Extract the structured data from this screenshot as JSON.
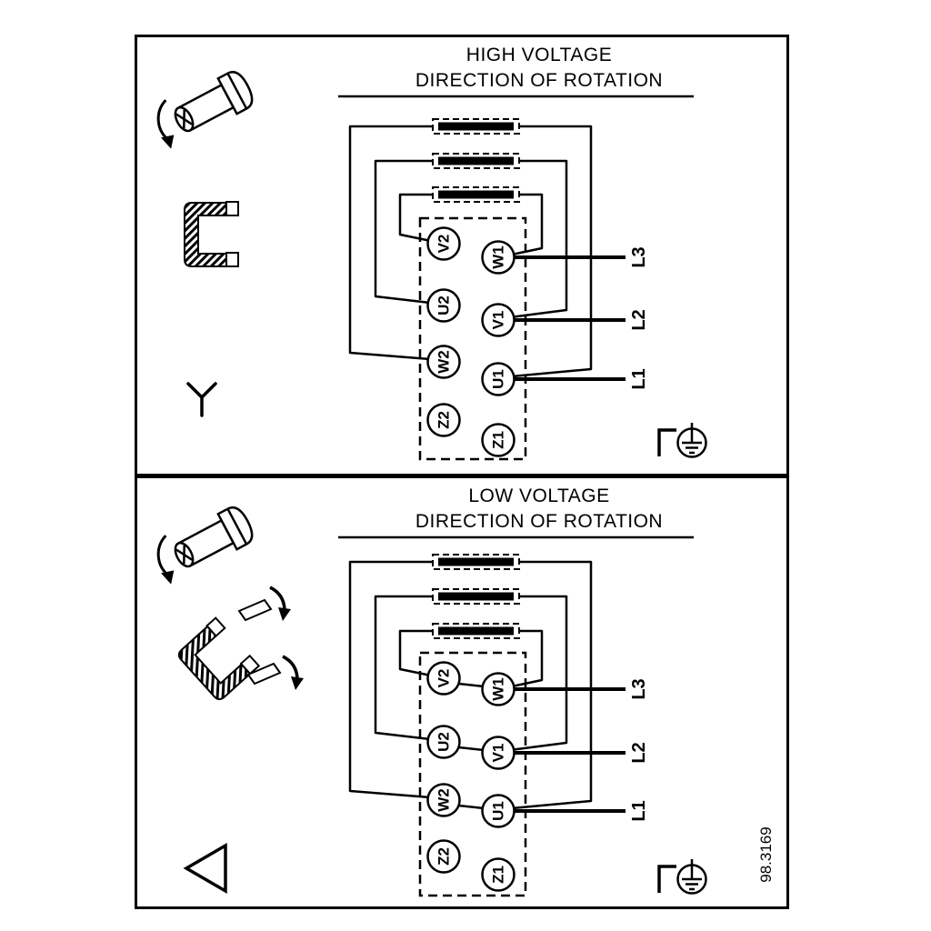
{
  "colors": {
    "ink": "#000000",
    "background": "#ffffff"
  },
  "figure_number": "98.3169",
  "icons": {
    "screw": "screw-with-rotation-arrow-icon",
    "link_star": "terminal-link-bracket-icon",
    "link_delta": "terminal-link-bracket-moved-icon",
    "star": "star-connection-icon",
    "delta": "delta-connection-icon",
    "ground": "earth-ground-icon"
  },
  "panels": [
    {
      "name": "high-voltage",
      "title_line1": "HIGH VOLTAGE",
      "title_line2": "DIRECTION OF ROTATION",
      "connection": "star",
      "terminals_left": [
        "V2",
        "U2",
        "W2",
        "Z2"
      ],
      "terminals_right": [
        "W1",
        "V1",
        "U1",
        "Z1"
      ],
      "line_labels": [
        "L3",
        "L2",
        "L1"
      ]
    },
    {
      "name": "low-voltage",
      "title_line1": "LOW VOLTAGE",
      "title_line2": "DIRECTION OF ROTATION",
      "connection": "delta",
      "terminals_left": [
        "V2",
        "U2",
        "W2",
        "Z2"
      ],
      "terminals_right": [
        "W1",
        "V1",
        "U1",
        "Z1"
      ],
      "line_labels": [
        "L3",
        "L2",
        "L1"
      ]
    }
  ]
}
